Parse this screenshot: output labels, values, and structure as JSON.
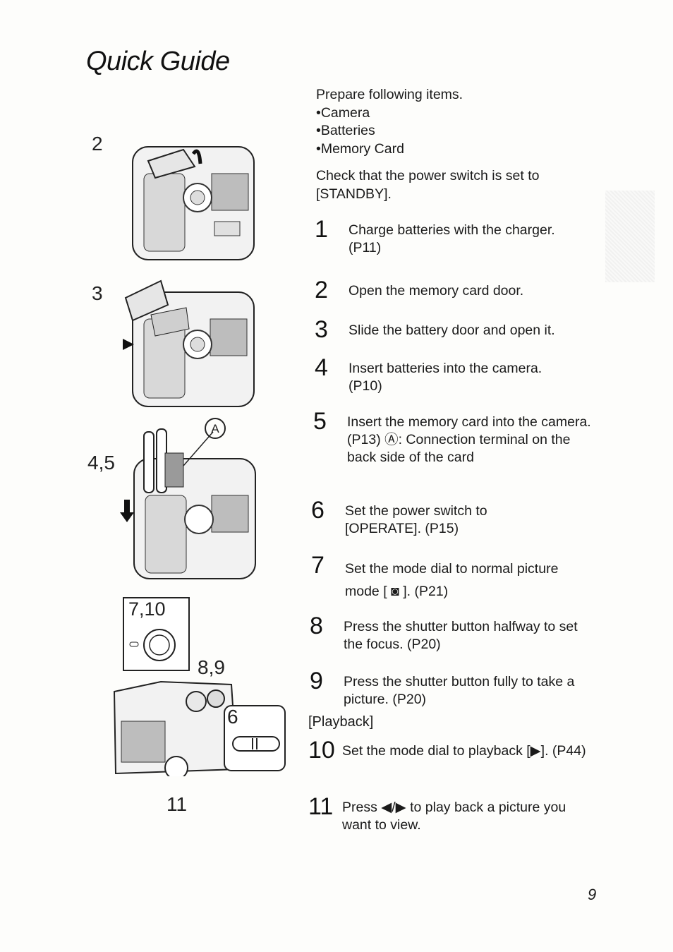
{
  "page": {
    "title": "Quick Guide",
    "page_number": "9"
  },
  "figures": {
    "label_2": "2",
    "label_3": "3",
    "label_45": "4,5",
    "label_a": "A",
    "label_710": "7,10",
    "label_89": "8,9",
    "label_6": "6",
    "label_11": "11"
  },
  "intro": {
    "prepare": "Prepare following items.",
    "items": [
      "Camera",
      "Batteries",
      "Memory Card"
    ],
    "check": "Check that the power switch is set to [STANDBY]."
  },
  "steps": [
    {
      "num": "1",
      "text": "Charge batteries with the charger. (P11)"
    },
    {
      "num": "2",
      "text": "Open the memory card door."
    },
    {
      "num": "3",
      "text": "Slide the battery door and open it."
    },
    {
      "num": "4",
      "text": "Insert batteries into the camera. (P10)"
    },
    {
      "num": "5",
      "text": "Insert the memory card into the camera. (P13) Ⓐ: Connection terminal on the back side of the card"
    },
    {
      "num": "6",
      "text": "Set the power switch to [OPERATE]. (P15)"
    },
    {
      "num": "7",
      "text": "Set the mode dial to normal picture mode [ ◙ ]. (P21)"
    },
    {
      "num": "8",
      "text": "Press the shutter button halfway to set the focus. (P20)"
    },
    {
      "num": "9",
      "text": "Press the shutter button fully to take a picture. (P20)"
    },
    {
      "num": "10",
      "text": "Set the mode dial to playback [▶]. (P44)"
    },
    {
      "num": "11",
      "text": "Press ◀/▶ to play back a picture you want to view."
    }
  ],
  "playback_label": "[Playback]"
}
